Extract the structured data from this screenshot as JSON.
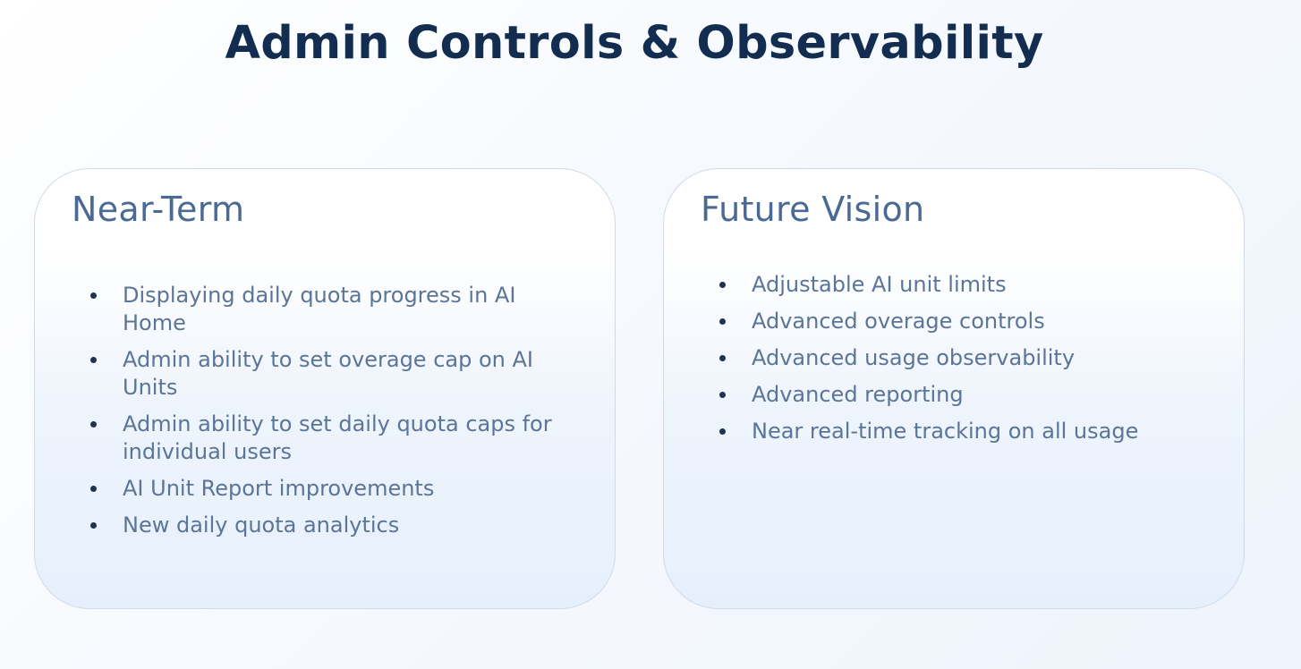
{
  "title": "Admin Controls & Observability",
  "near_term": {
    "heading": "Near-Term",
    "items": [
      "Displaying daily quota progress in AI Home",
      "Admin ability to set overage cap on AI Units",
      "Admin ability to set daily quota caps for individual users",
      "AI Unit Report improvements",
      "New daily quota analytics"
    ]
  },
  "future_vision": {
    "heading": "Future Vision",
    "items": [
      "Adjustable AI unit limits",
      "Advanced overage controls",
      "Advanced usage observability",
      "Advanced reporting",
      "Near real-time tracking on all usage"
    ]
  }
}
